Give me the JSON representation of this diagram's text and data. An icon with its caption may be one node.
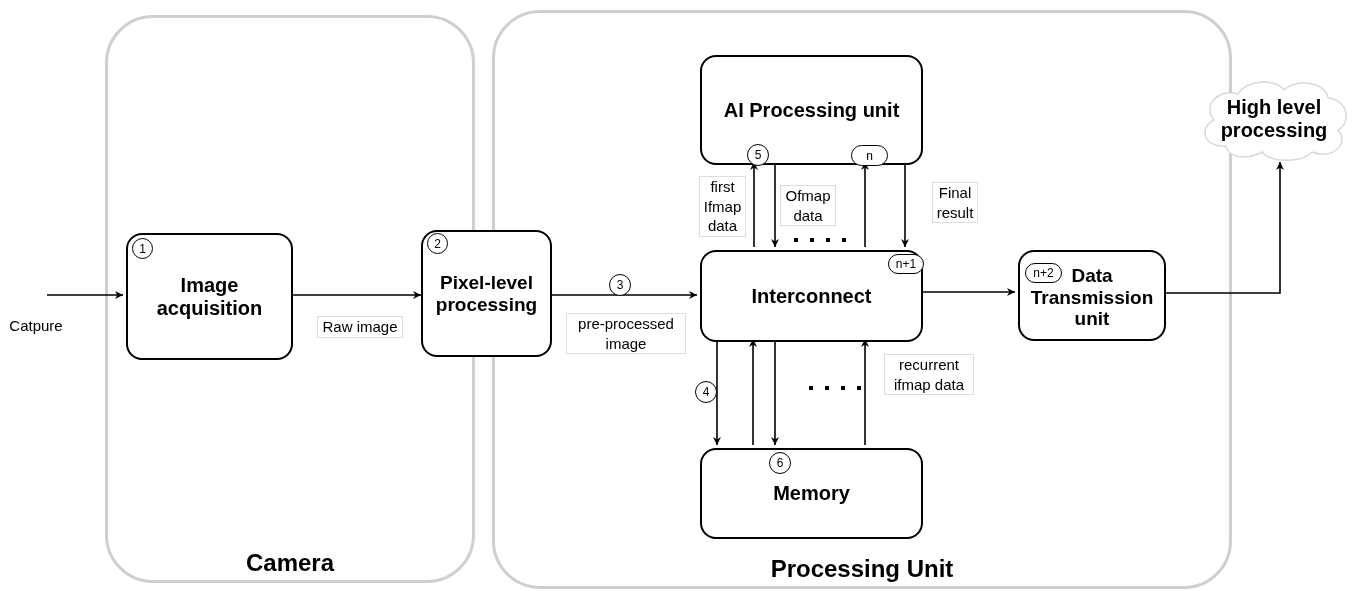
{
  "diagram": {
    "nodes": [
      {
        "text": [
          "Camera"
        ]
      },
      {
        "text": [
          "Image acquisition"
        ],
        "in": 0
      },
      {
        "text": [
          "1"
        ],
        "in": 1
      },
      {
        "text": [
          "Processing Unit"
        ]
      },
      {
        "text": [
          "Pixel-level processing"
        ]
      },
      {
        "text": [
          "2"
        ]
      },
      {
        "text": [
          "3"
        ],
        "in": 3
      },
      {
        "text": [
          "AI Processing unit"
        ],
        "in": 3
      },
      {
        "text": [
          "5"
        ],
        "in": 7
      },
      {
        "text": [
          "n"
        ],
        "in": 7
      },
      {
        "text": [
          "Interconnect"
        ],
        "in": 3
      },
      {
        "text": [
          "n+1"
        ],
        "in": 10
      },
      {
        "text": [
          "4"
        ],
        "in": 3
      },
      {
        "text": [
          "Memory"
        ],
        "in": 3
      },
      {
        "text": [
          "6"
        ],
        "in": 13
      },
      {
        "text": [
          "Data Transmission unit"
        ],
        "in": 3
      },
      {
        "text": [
          "n+2"
        ],
        "in": 15
      },
      {
        "text": [
          "High level processing"
        ]
      }
    ],
    "edges": [
      {
        "from": null,
        "to": 1,
        "arrow": "to",
        "label": "Catpure"
      },
      {
        "from": 1,
        "to": 4,
        "arrow": "to",
        "label": "Raw image"
      },
      {
        "from": 4,
        "to": 10,
        "arrow": "to",
        "label": "pre-processed image"
      },
      {
        "from": 10,
        "to": 7,
        "arrow": "to",
        "label": "first Ifmap data"
      },
      {
        "from": 7,
        "to": 10,
        "arrow": "to",
        "label": "Ofmap data"
      },
      {
        "from": 10,
        "to": 7,
        "arrow": "to"
      },
      {
        "from": 7,
        "to": 10,
        "arrow": "to",
        "label": "Final result"
      },
      {
        "from": 10,
        "to": 13,
        "arrow": "to"
      },
      {
        "from": 13,
        "to": 10,
        "arrow": "to"
      },
      {
        "from": 10,
        "to": 13,
        "arrow": "to"
      },
      {
        "from": 13,
        "to": 10,
        "arrow": "to",
        "label": "recurrent ifmap data"
      },
      {
        "from": 10,
        "to": 15,
        "arrow": "to"
      },
      {
        "from": 15,
        "to": 17,
        "arrow": "to"
      }
    ]
  }
}
